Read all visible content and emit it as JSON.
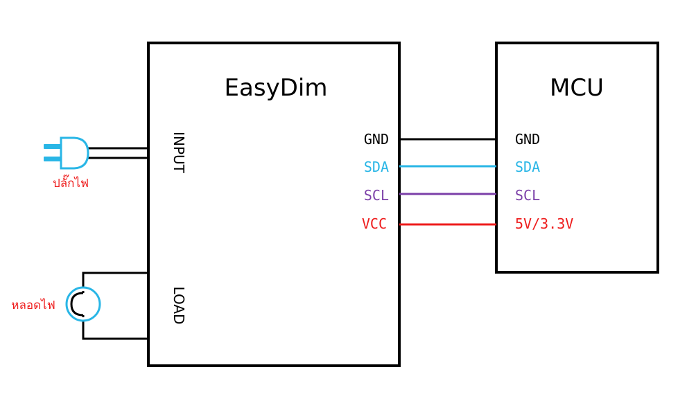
{
  "colors": {
    "black": "#000000",
    "sda": "#29b6e6",
    "scl": "#7b3fa8",
    "vcc": "#ee1c1c",
    "device_outline": "#29b6e6",
    "device_label": "#ee1c1c"
  },
  "easydim": {
    "title": "EasyDim",
    "input_label": "INPUT",
    "load_label": "LOAD",
    "pins": {
      "gnd": "GND",
      "sda": "SDA",
      "scl": "SCL",
      "vcc": "VCC"
    }
  },
  "mcu": {
    "title": "MCU",
    "pins": {
      "gnd": "GND",
      "sda": "SDA",
      "scl": "SCL",
      "vcc": "5V/3.3V"
    }
  },
  "devices": {
    "plug_label": "ปลั๊กไฟ",
    "plug_icon": "plug-icon",
    "bulb_label": "หลอดไฟ",
    "bulb_icon": "bulb-icon"
  }
}
